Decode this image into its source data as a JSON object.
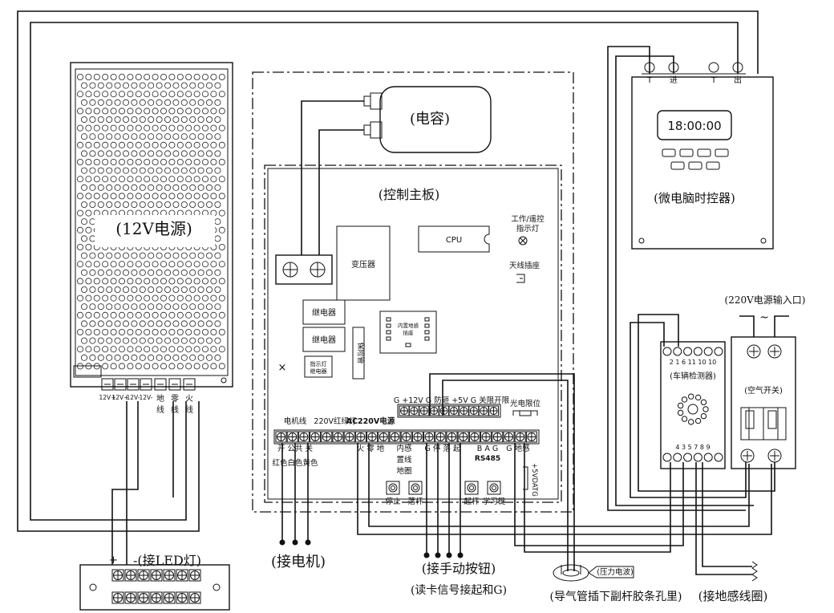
{
  "power_supply": {
    "label": "(12V电源)",
    "terminals": [
      "12V+",
      "12V+",
      "12V-",
      "12V-",
      "地线",
      "零线",
      "火线"
    ]
  },
  "capacitor": {
    "label": "(电容)"
  },
  "board": {
    "label": "(控制主板)",
    "cpu": "CPU",
    "transformer": "变压器",
    "work_light": "工作/遥控\n指示灯",
    "antenna": "天线插座",
    "relay1": "继电器",
    "relay2": "继电器",
    "relay3": "指示灯\n继电器",
    "fuse": "保险管",
    "loop_socket": "内置地感\n插座",
    "top_header": "G +12V G 防砸 +5V G 关限开限",
    "light_limit": "光电限位",
    "motor_wire": "电机线",
    "light220": "220V红绿灯",
    "ac220": "AC220V电源",
    "motor_terms": "开 公共 关",
    "motor_colors": "红色白色黄色",
    "power_terms": "火 零 地",
    "inner_loop": "内感\n置线\n地圈",
    "btn_terms": "G 停 落 起",
    "rs485_terms": "B A G",
    "rs485": "RS485",
    "g_loop": "G 地感",
    "vdatg": "+5VDATG",
    "buttons": [
      "停止",
      "落杆",
      "起杆",
      "学习键"
    ]
  },
  "timer": {
    "label": "(微电脑时控器)",
    "time": "18:00:00",
    "terminals": [
      "T",
      "进",
      "T",
      "出"
    ]
  },
  "detector": {
    "label": "(车辆检测器)",
    "top_pins": "2 1 6 11 10 10",
    "bottom_pins": "4 3 5 7 8 9"
  },
  "breaker": {
    "label": "(空气开关)"
  },
  "mains_input": "(220V电源输入口)",
  "mains_symbol": "~",
  "led_strip": {
    "label": "-(接LED灯)",
    "plus": "+"
  },
  "motor_conn": "(接电机)",
  "manual_btn": "(接手动按钮)",
  "card_note": "(读卡信号接起和G)",
  "pressure_wave": "(压力电波)",
  "air_tube": "(导气管插下副杆胶条孔里)",
  "ground_loop": "(接地感线圈)",
  "cross_mark": "×"
}
